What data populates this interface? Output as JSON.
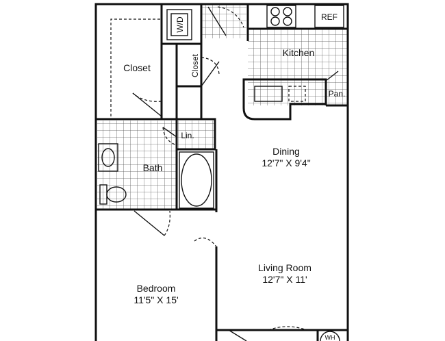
{
  "floorplan": {
    "rooms": {
      "closet_main": {
        "name": "Closet"
      },
      "closet_small": {
        "name": "Closet"
      },
      "kitchen": {
        "name": "Kitchen"
      },
      "dining": {
        "name": "Dining",
        "dims": "12'7\" X 9'4\""
      },
      "bath": {
        "name": "Bath"
      },
      "linen": {
        "name": "Lin."
      },
      "living": {
        "name": "Living Room",
        "dims": "12'7\" X 11'"
      },
      "bedroom": {
        "name": "Bedroom",
        "dims": "11'5\" X 15'"
      },
      "pantry": {
        "name": "Pan."
      }
    },
    "fixtures": {
      "washer_dryer": "W/D",
      "refrigerator": "REF",
      "wic": "WH"
    }
  }
}
